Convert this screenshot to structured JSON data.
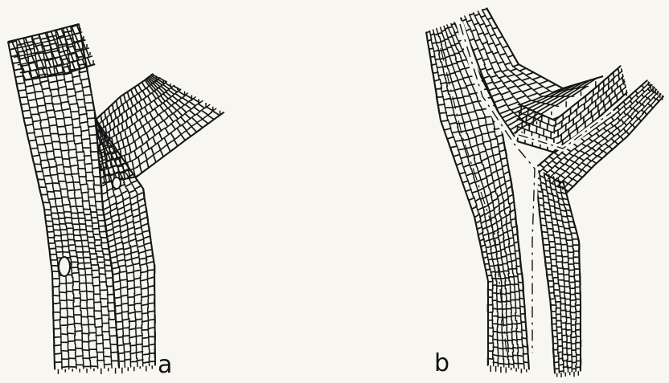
{
  "figure": {
    "panels": [
      {
        "id": "a",
        "label": "a",
        "structure": "branched-cell-strand",
        "branch_side": "right",
        "separation": "fused"
      },
      {
        "id": "b",
        "label": "b",
        "structure": "branched-cell-strand",
        "branch_side": "right",
        "separation": "split"
      }
    ],
    "colors": {
      "background": "#f7f6f1",
      "ink": "#161616"
    }
  }
}
